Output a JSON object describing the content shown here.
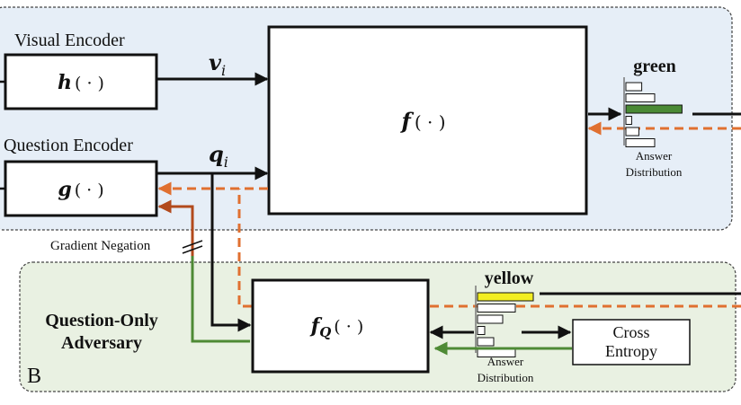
{
  "panels": {
    "top": {
      "fill": "#e6eef7",
      "stroke": "#444444"
    },
    "bottom": {
      "fill": "#e9f1e2",
      "stroke": "#444444",
      "label": "B"
    }
  },
  "visual_encoder": {
    "title": "Visual Encoder",
    "func": "h",
    "func_args": "( · )"
  },
  "question_encoder": {
    "title": "Question Encoder",
    "func": "g",
    "func_args": "( · )"
  },
  "signals": {
    "v": "v",
    "v_sub": "i",
    "q": "q",
    "q_sub": "i"
  },
  "main_model": {
    "func": "f",
    "func_args": "( · )"
  },
  "adversary": {
    "label_line1": "Question-Only",
    "label_line2": "Adversary",
    "func": "f",
    "func_sub": "Q",
    "func_args": "( · )"
  },
  "gradient_negation": "Gradient Negation",
  "answer_top": {
    "answer": "green",
    "caption_line1": "Answer",
    "caption_line2": "Distribution",
    "highlight_color": "#4a8a35",
    "bars": [
      0.55,
      1.0,
      1.95,
      0.2,
      0.45,
      1.0
    ],
    "highlight_index": 2
  },
  "answer_bottom": {
    "answer": "yellow",
    "caption_line1": "Answer",
    "caption_line2": "Distribution",
    "highlight_color": "#f2ee22",
    "bars": [
      1.55,
      1.05,
      0.7,
      0.2,
      0.45,
      1.05
    ],
    "highlight_index": 0
  },
  "cross_entropy": {
    "line1": "Cross",
    "line2": "Entropy"
  },
  "colors": {
    "forward": "#111111",
    "gradient": "#e07030",
    "negated_gradient": "#b24a1c",
    "adversary_gradient": "#4e8a35"
  }
}
